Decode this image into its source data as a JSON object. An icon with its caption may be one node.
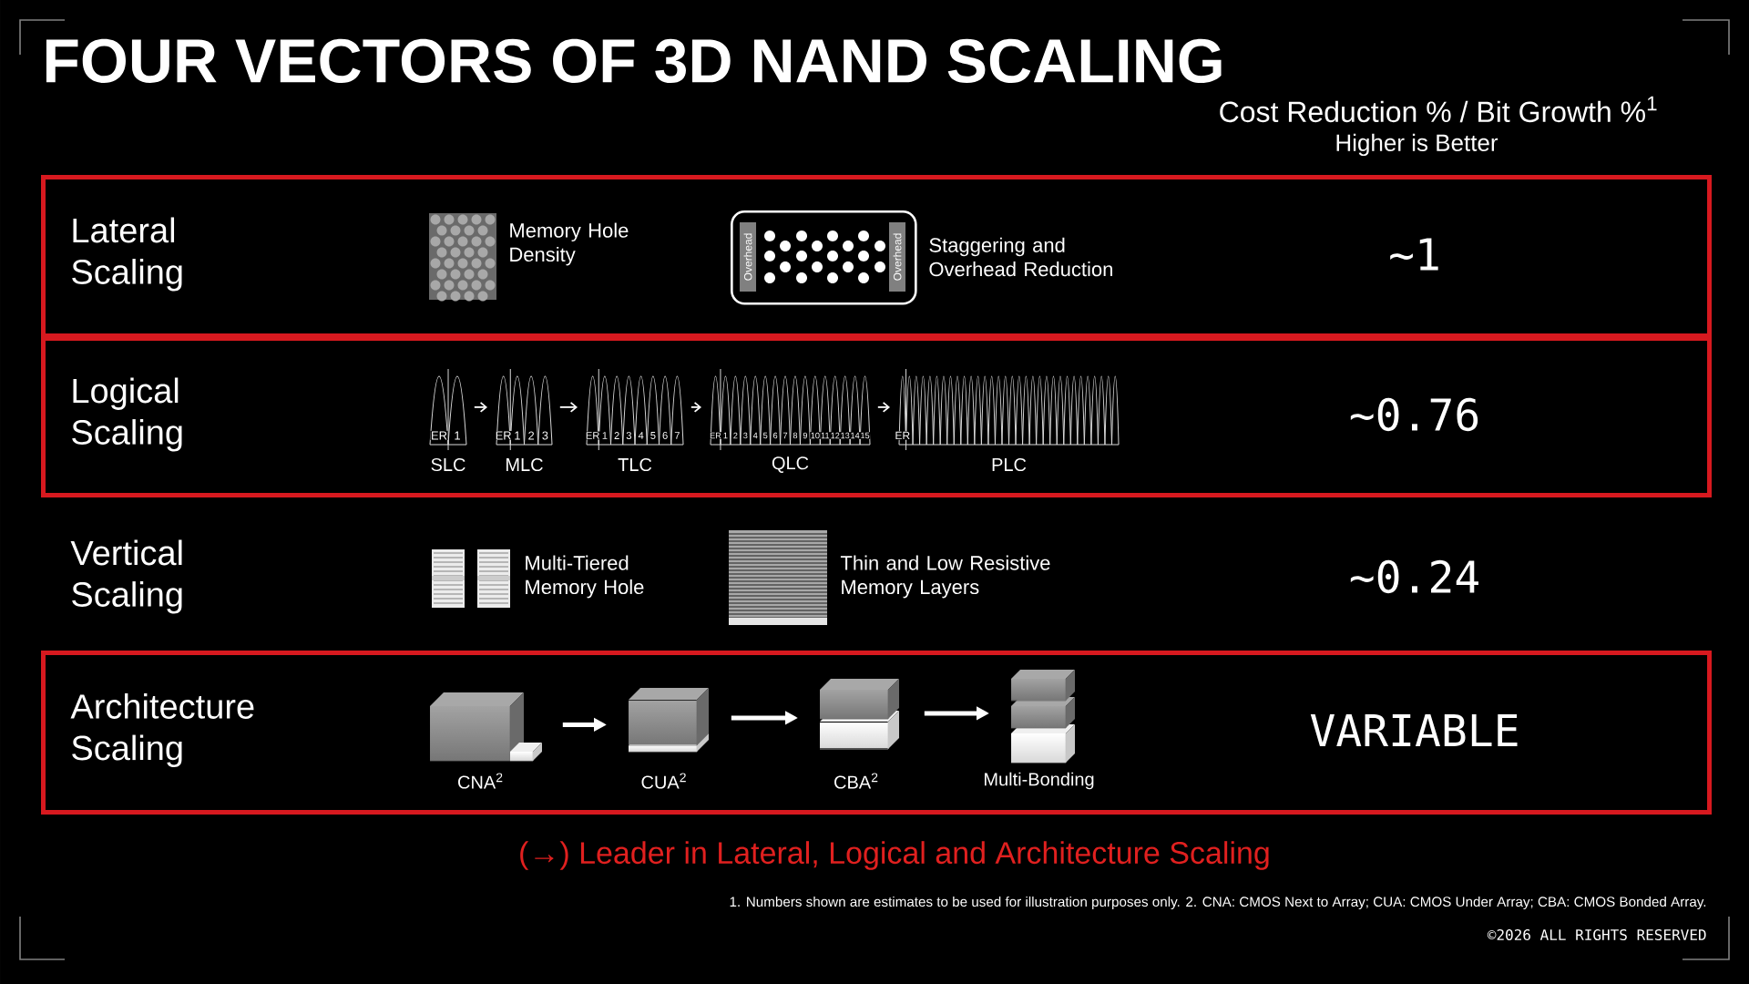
{
  "diagram": {
    "title": "FOUR VECTORS OF 3D NAND SCALING",
    "caption": "(→) Leader in Lateral, Logical and Architecture Scaling",
    "nodes": [
      {
        "text": [
          "Lateral Scaling",
          "~1"
        ]
      },
      {
        "text": [
          "Overhead",
          "Overhead"
        ],
        "in": 0,
        "beside": [
          "Staggering and Overhead Reduction"
        ]
      },
      {
        "text": [
          "Logical Scaling",
          "~0.76"
        ]
      },
      {
        "text": [
          "ER",
          "1"
        ],
        "in": 2,
        "beside": [
          "SLC"
        ]
      },
      {
        "text": [
          "ER",
          "1",
          "2",
          "3"
        ],
        "in": 2,
        "beside": [
          "MLC"
        ]
      },
      {
        "text": [
          "ER",
          "1",
          "2",
          "3",
          "4",
          "5",
          "6",
          "7"
        ],
        "in": 2,
        "beside": [
          "TLC"
        ]
      },
      {
        "text": [
          "ER",
          "1",
          "2",
          "3",
          "4",
          "5",
          "6",
          "7",
          "8",
          "9",
          "10",
          "11",
          "12",
          "13",
          "14",
          "15"
        ],
        "in": 2,
        "beside": [
          "QLC"
        ]
      },
      {
        "text": [
          "ER"
        ],
        "in": 2,
        "beside": [
          "PLC"
        ]
      },
      {
        "text": [
          "Architecture Scaling",
          "VARIABLE"
        ]
      },
      {
        "text": [],
        "shape": "picture",
        "in": 8,
        "beside": [
          "CNA$^{2}$"
        ]
      },
      {
        "text": [],
        "shape": "picture",
        "in": 8,
        "beside": [
          "CUA$^{2}$"
        ]
      },
      {
        "text": [],
        "shape": "picture",
        "in": 8,
        "beside": [
          "CBA$^{2}$"
        ]
      },
      {
        "text": [],
        "shape": "picture",
        "in": 8,
        "beside": [
          "Multi-Bonding"
        ]
      }
    ],
    "edges": [
      {
        "from": 3,
        "to": 4,
        "arrow": "to"
      },
      {
        "from": 4,
        "to": 5,
        "arrow": "to"
      },
      {
        "from": 5,
        "to": 6,
        "arrow": "to"
      },
      {
        "from": 6,
        "to": 7,
        "arrow": "to"
      },
      {
        "from": 9,
        "to": 10,
        "arrow": "to",
        "style": "thick"
      },
      {
        "from": 10,
        "to": 11,
        "arrow": "to",
        "style": "thick"
      },
      {
        "from": 11,
        "to": 12,
        "arrow": "to",
        "style": "thick"
      }
    ],
    "labels": [
      "Cost Reduction % / Bit Growth %$^{1}$",
      "Higher is Better",
      "Memory Hole Density",
      "Vertical Scaling",
      "Multi-Tiered Memory Hole",
      "Thin and Low Resistive Memory Layers",
      "~0.24",
      "1. Numbers shown are estimates to be used for illustration purposes only. 2. CNA: CMOS Next to Array; CUA: CMOS Under Array; CBA: CMOS Bonded Array.",
      "©2026 ALL RIGHTS RESERVED"
    ]
  }
}
